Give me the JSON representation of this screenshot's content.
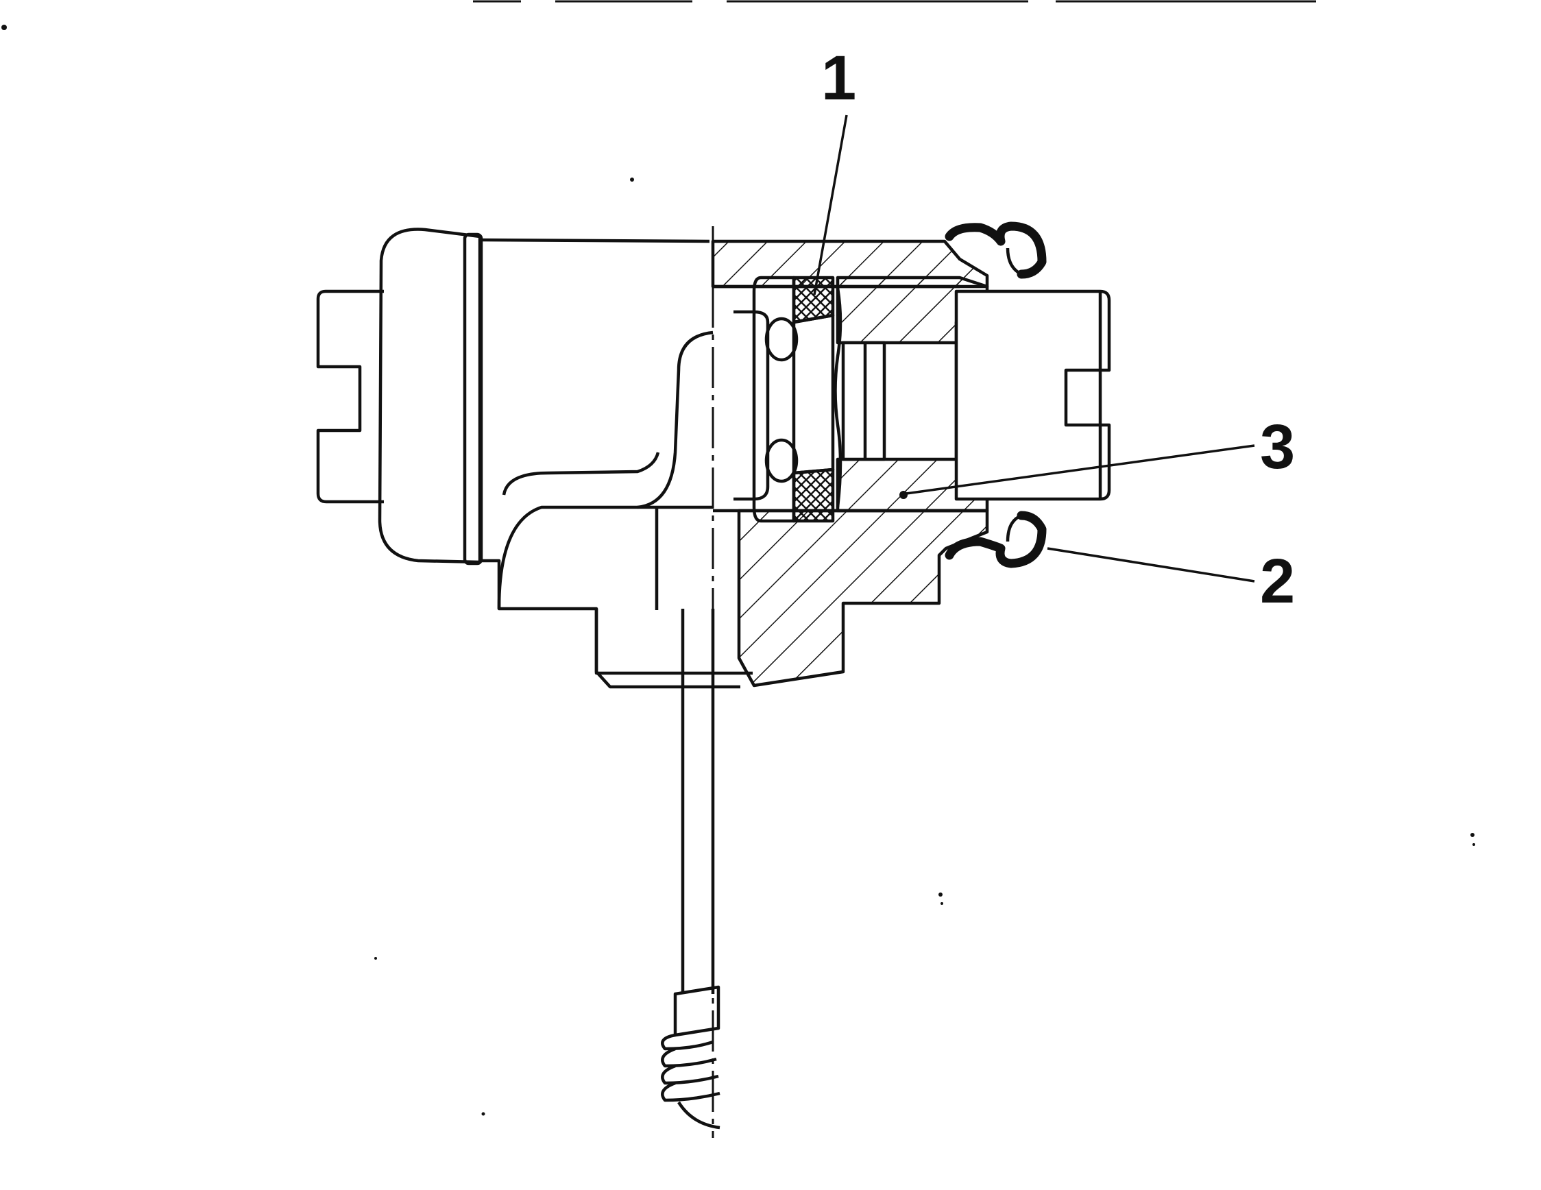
{
  "diagram": {
    "callouts": [
      {
        "id": "1",
        "label": "1"
      },
      {
        "id": "2",
        "label": "2"
      },
      {
        "id": "3",
        "label": "3"
      }
    ]
  },
  "colors": {
    "ink": "#111111",
    "background": "#ffffff"
  }
}
